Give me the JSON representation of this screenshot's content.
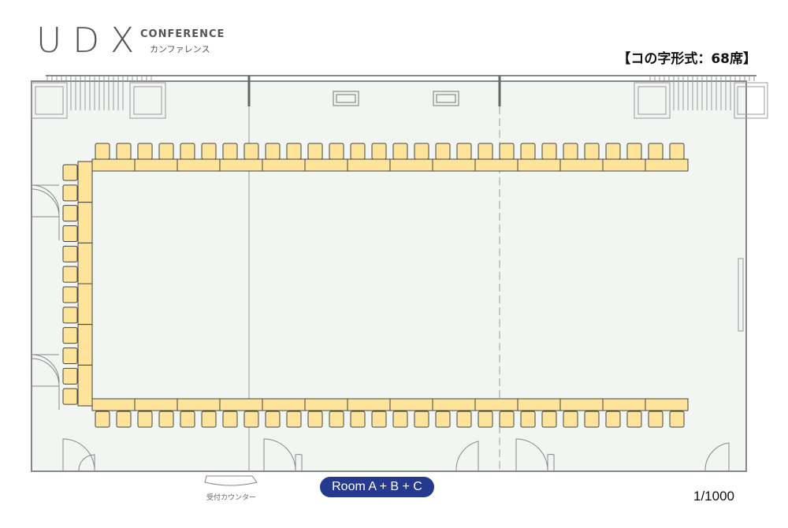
{
  "header": {
    "logo": "UDX",
    "conference": "CONFERENCE",
    "conference_kana": "カンファレンス",
    "layout_title": "【コの字形式：68席】"
  },
  "floor": {
    "room_label": "Room A + B + C",
    "reception_label": "受付カウンター",
    "scale": "1/1000",
    "seat_count": 68,
    "top_row_tables": 14,
    "bottom_row_tables": 14,
    "left_column_tables": 6,
    "chairs_per_table": 2
  },
  "colors": {
    "floor": "#f1f6f2",
    "wall": "#888888",
    "table": "#fde49a",
    "chair": "#fde49a",
    "label_bg": "#253a8e"
  }
}
